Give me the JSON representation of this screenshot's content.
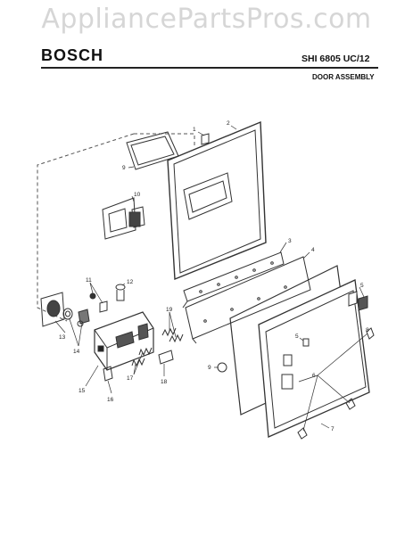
{
  "watermark": "AppliancePartsPros.com",
  "header": {
    "brand": "BOSCH",
    "model": "SHI 6805 UC/12",
    "section": "DOOR ASSEMBLY"
  },
  "callouts": {
    "c1": "1",
    "c2": "2",
    "c3": "3",
    "c4": "4",
    "c5a": "5",
    "c5b": "5",
    "c6": "6",
    "c7": "7",
    "c8": "8",
    "c9a": "9",
    "c9b": "9",
    "c10": "10",
    "c11": "11",
    "c12": "12",
    "c13": "13",
    "c14": "14",
    "c15": "15",
    "c16": "16",
    "c17": "17",
    "c18": "18",
    "c19": "19"
  }
}
